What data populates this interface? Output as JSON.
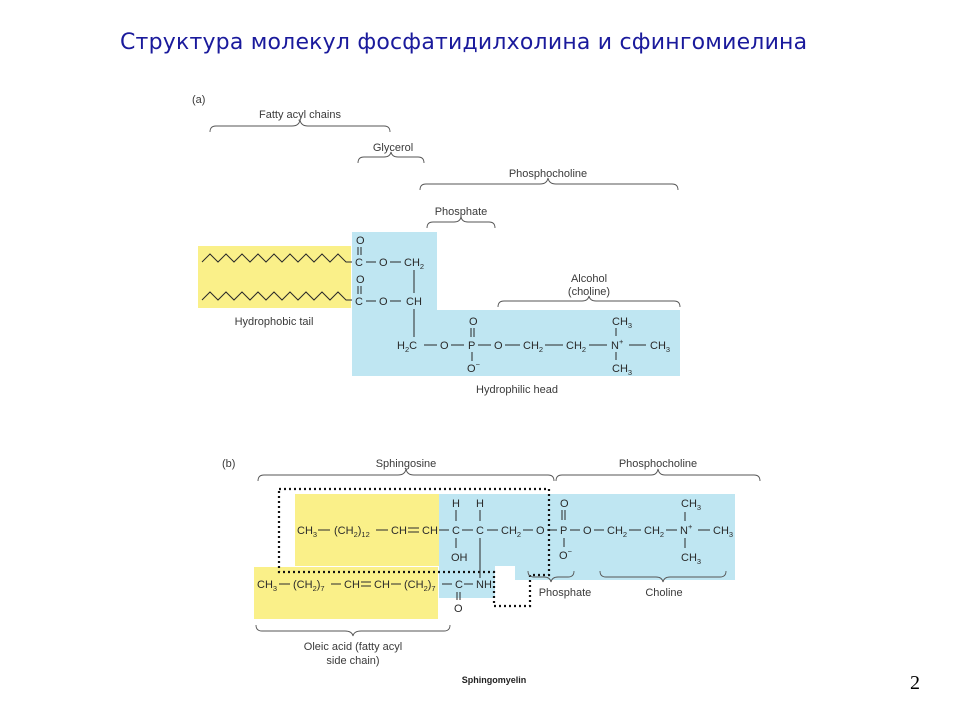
{
  "slide": {
    "title": "Структура молекул фосфатидилхолина и сфингомиелина",
    "page_number": "2"
  },
  "panel_a": {
    "tag": "(a)",
    "labels": {
      "fatty_acyl_chains": "Fatty acyl chains",
      "glycerol": "Glycerol",
      "phosphocholine": "Phosphocholine",
      "phosphate": "Phosphate",
      "alcohol": "Alcohol",
      "alcohol_sub": "(choline)",
      "hydrophobic_tail": "Hydrophobic tail",
      "hydrophilic_head": "Hydrophilic head"
    },
    "colors": {
      "tail": "#faf089",
      "head": "#bfe6f2"
    }
  },
  "panel_b": {
    "tag": "(b)",
    "labels": {
      "sphingosine": "Sphingosine",
      "phosphocholine": "Phosphocholine",
      "phosphate": "Phosphate",
      "choline": "Choline",
      "oleic_acid": "Oleic acid (fatty acyl",
      "oleic_acid_2": "side chain)"
    },
    "caption": "Sphingomyelin",
    "colors": {
      "tail": "#faf089",
      "head": "#bfe6f2"
    }
  }
}
